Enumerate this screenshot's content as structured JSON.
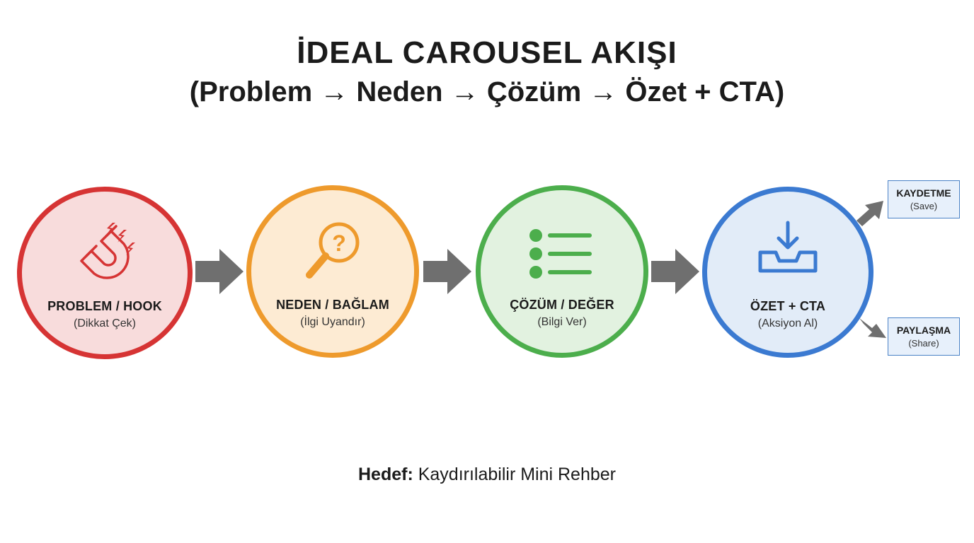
{
  "title": {
    "main": "İDEAL CAROUSEL AKIŞI",
    "sub": "(Problem → Neden → Çözüm → Özet + CTA)"
  },
  "stages": [
    {
      "title": "PROBLEM / HOOK",
      "subtitle": "(Dikkat Çek)",
      "icon": "magnet-icon",
      "color": "#d63434"
    },
    {
      "title": "NEDEN / BAĞLAM",
      "subtitle": "(İlgi Uyandır)",
      "icon": "magnifier-question-icon",
      "color": "#ee9a2c"
    },
    {
      "title": "ÇÖZÜM / DEĞER",
      "subtitle": "(Bilgi Ver)",
      "icon": "list-icon",
      "color": "#4cae4c"
    },
    {
      "title": "ÖZET + CTA",
      "subtitle": "(Aksiyon Al)",
      "icon": "download-tray-icon",
      "color": "#3b7ad1"
    }
  ],
  "outcomes": [
    {
      "title": "KAYDETME",
      "subtitle": "(Save)"
    },
    {
      "title": "PAYLAŞMA",
      "subtitle": "(Share)"
    }
  ],
  "goal": {
    "label": "Hedef:",
    "text": " Kaydırılabilir Mini Rehber"
  },
  "colors": {
    "arrow": "#6f6f6f",
    "outcome_border": "#4a82c6",
    "outcome_fill": "#e7f0fb"
  }
}
